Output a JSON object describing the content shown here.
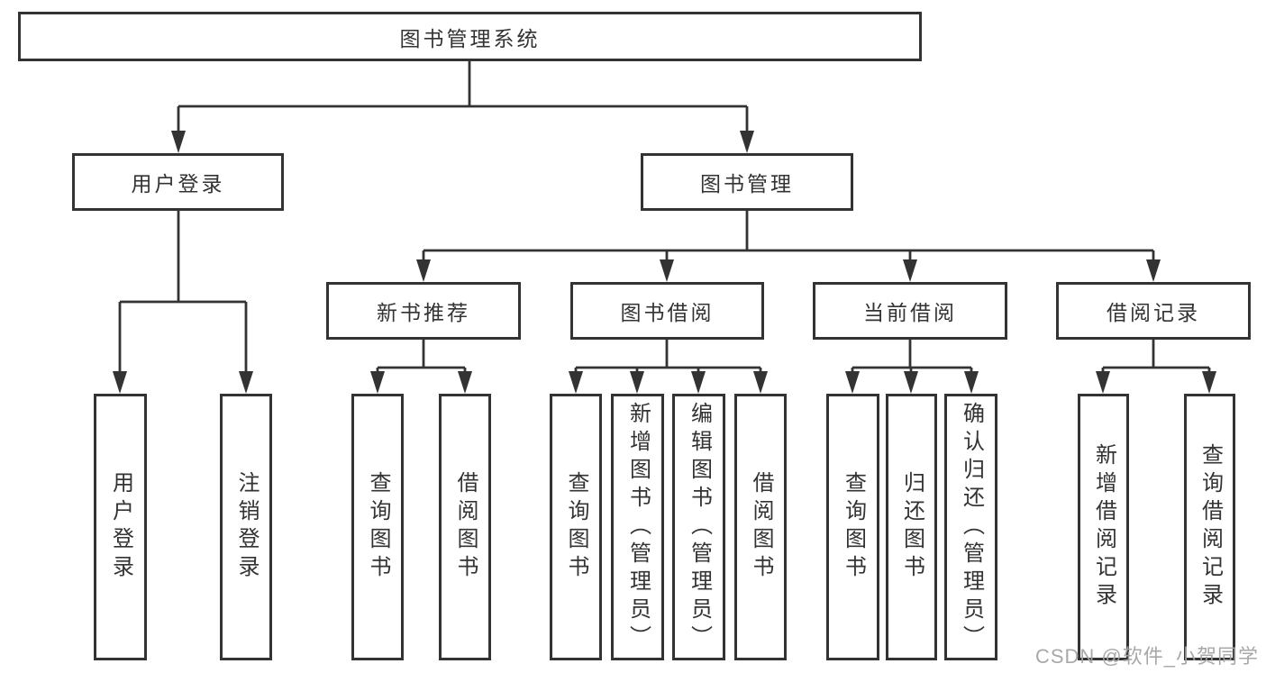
{
  "diagram": {
    "root": {
      "label": "图书管理系统"
    },
    "level2": [
      {
        "label": "用户登录"
      },
      {
        "label": "图书管理"
      }
    ],
    "level3": [
      {
        "label": "新书推荐"
      },
      {
        "label": "图书借阅"
      },
      {
        "label": "当前借阅"
      },
      {
        "label": "借阅记录"
      }
    ],
    "leaves": [
      {
        "label": "用户登录"
      },
      {
        "label": "注销登录"
      },
      {
        "label": "查询图书"
      },
      {
        "label": "借阅图书"
      },
      {
        "label": "查询图书"
      },
      {
        "label": "新增图书（管理员）"
      },
      {
        "label": "编辑图书（管理员）"
      },
      {
        "label": "借阅图书"
      },
      {
        "label": "查询图书"
      },
      {
        "label": "归还图书"
      },
      {
        "label": "确认归还（管理员）"
      },
      {
        "label": "新增借阅记录"
      },
      {
        "label": "查询借阅记录"
      }
    ]
  },
  "watermark": {
    "text": "CSDN @软件_小贺同学"
  },
  "colors": {
    "line": "#333333",
    "box_border": "#333333",
    "background": "#ffffff",
    "watermark": "#a3a3a3"
  }
}
